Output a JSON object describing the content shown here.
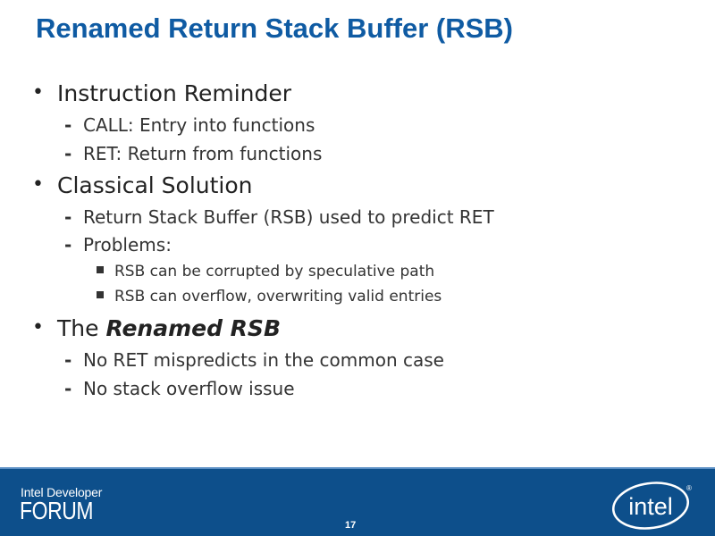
{
  "slide": {
    "title": "Renamed Return Stack Buffer (RSB)",
    "bullets": {
      "b1": "Instruction Reminder",
      "b1_s1": "CALL: Entry into functions",
      "b1_s2": "RET: Return from functions",
      "b2": "Classical Solution",
      "b2_s1": "Return Stack Buffer (RSB) used to predict RET",
      "b2_s2": "Problems:",
      "b2_s2_a": "RSB can be corrupted by speculative path",
      "b2_s2_b": "RSB can overflow, overwriting valid entries",
      "b3_prefix": "The ",
      "b3_emph": "Renamed RSB",
      "b3_s1": "No RET mispredicts in the common case",
      "b3_s2": "No stack overflow issue"
    },
    "bullet_glyph": "•",
    "dash_glyph": "-"
  },
  "footer": {
    "forum_line1": "Intel Developer",
    "forum_line2": "FORUM",
    "page_number": "17",
    "logo_text": "intel",
    "logo_mark": "®",
    "background_color": "#0d4f8b"
  },
  "colors": {
    "title": "#0f5ba3",
    "text": "#222222"
  }
}
